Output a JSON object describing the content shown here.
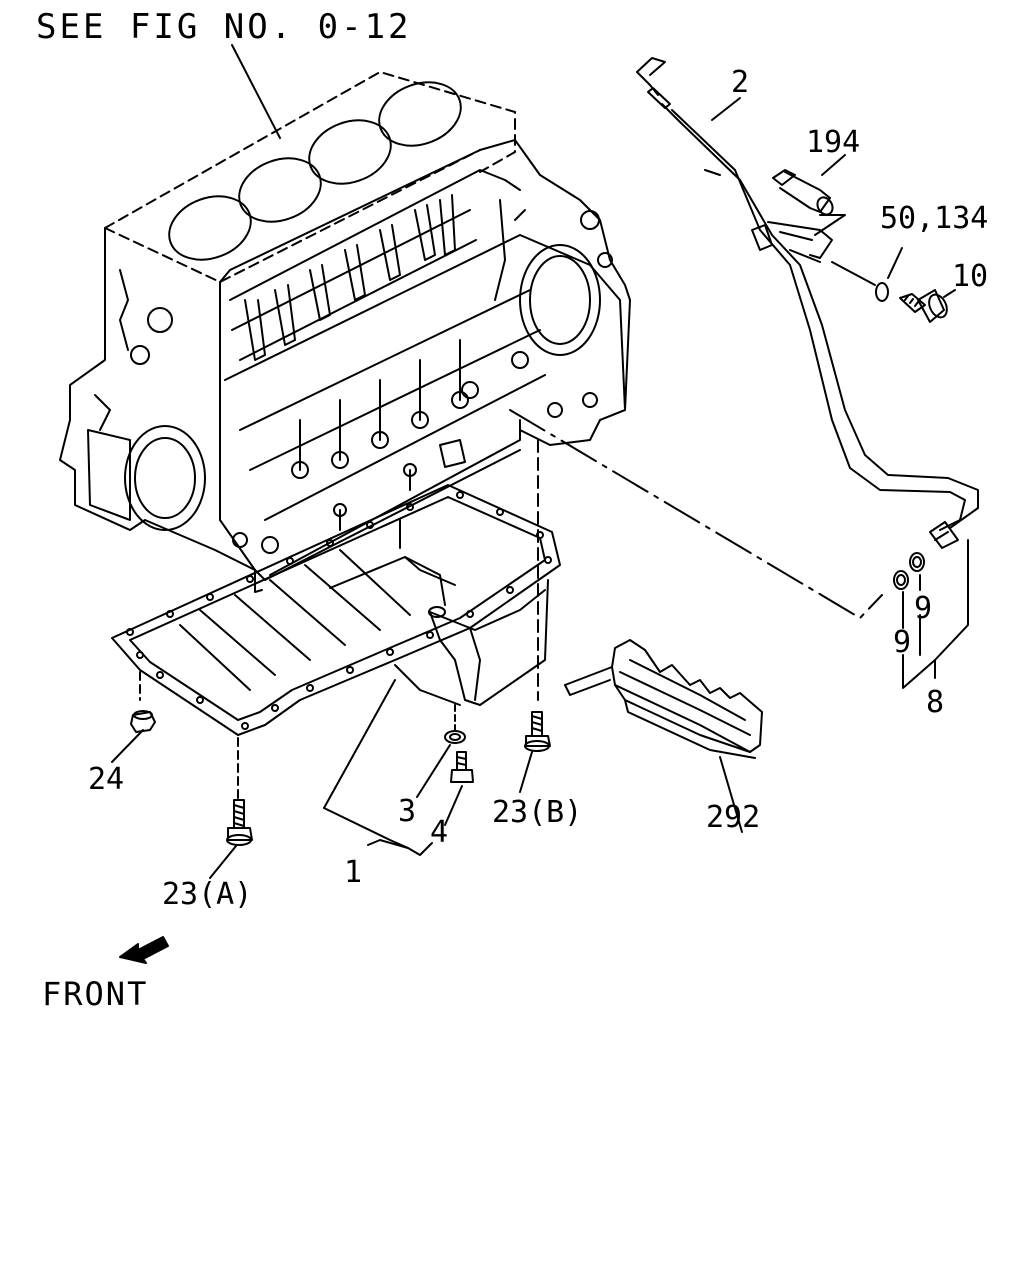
{
  "diagram": {
    "reference_note": "SEE FIG NO. 0-12",
    "direction_label": "FRONT",
    "callouts": {
      "dipstick": "2",
      "stud": "194",
      "washer_pair": "50,134",
      "bolt_10": "10",
      "oring_upper": "9",
      "oring_lower": "9",
      "tube_assy": "8",
      "pan_assy": "1",
      "drain_washer": "3",
      "drain_plug": "4",
      "nut": "24",
      "bolt_a": "23(A)",
      "bolt_b": "23(B)",
      "baffle": "292"
    }
  }
}
